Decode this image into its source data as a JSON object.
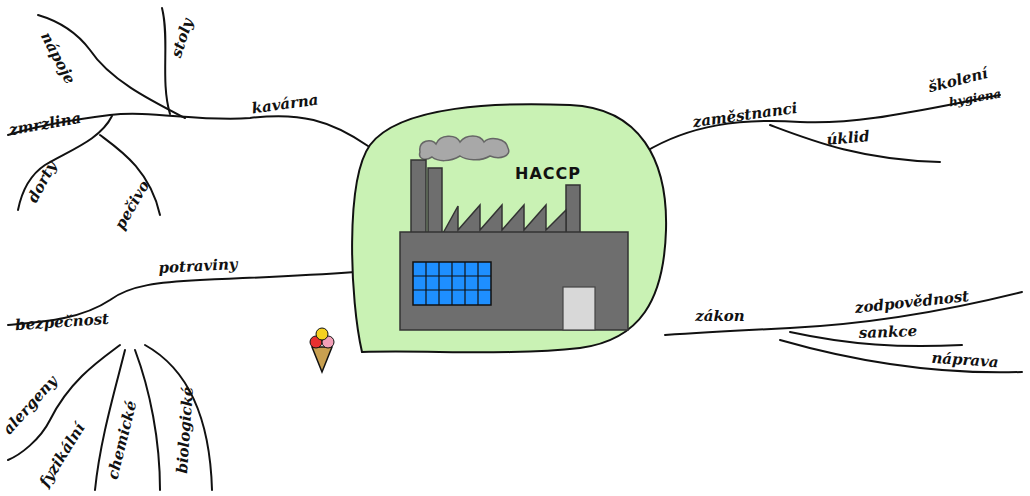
{
  "diagram": {
    "nodes": [
      {
        "text": [
          "HACCP"
        ]
      }
    ],
    "labels": [
      "kavárna",
      "nápoje",
      "stoly",
      "zmrzlina",
      "dorty",
      "pečivo",
      "potraviny",
      "bezpečnost",
      "alergeny",
      "fyzikální",
      "chemické",
      "biologické",
      "zaměstnanci",
      "školení",
      "hygiena",
      "úklid",
      "zákon",
      "zodpovědnost",
      "sankce",
      "náprava"
    ]
  }
}
